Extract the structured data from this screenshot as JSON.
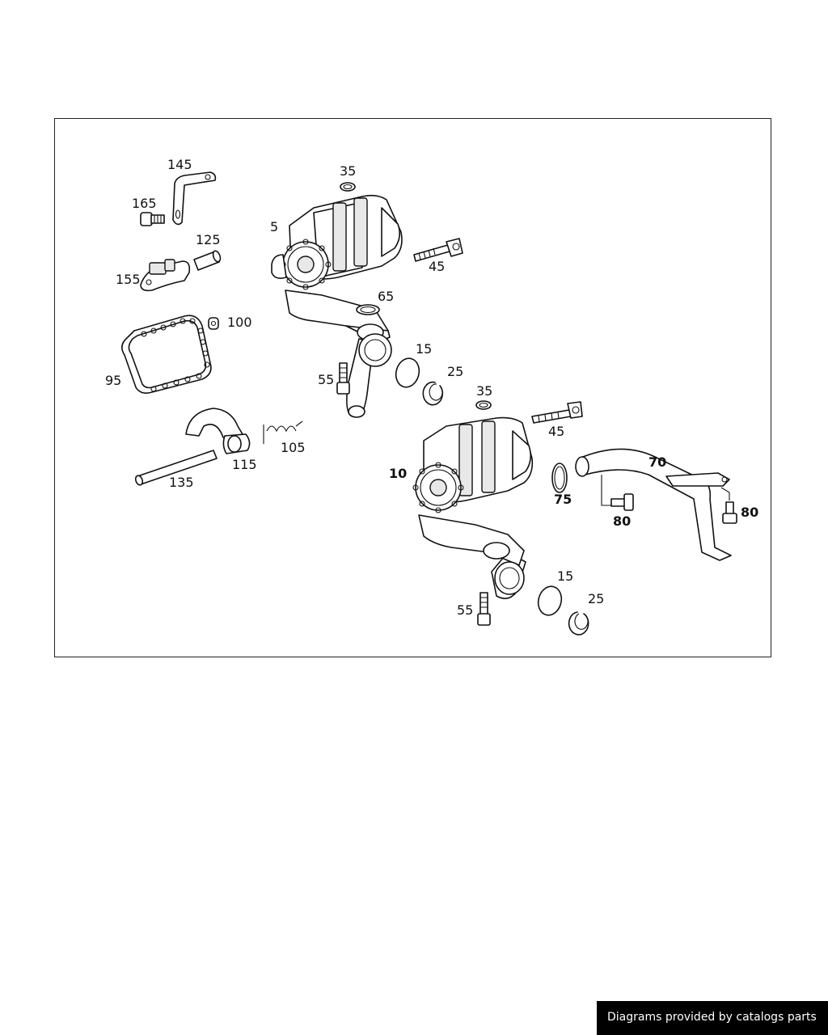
{
  "diagram": {
    "callouts": {
      "c145": "145",
      "c165": "165",
      "c125": "125",
      "c155": "155",
      "c100": "100",
      "c95": "95",
      "c5": "5",
      "c35a": "35",
      "c45a": "45",
      "c65": "65",
      "c15a": "15",
      "c25a": "25",
      "c55a": "55",
      "c35b": "35",
      "c45b": "45",
      "c105": "105",
      "c115": "115",
      "c135": "135",
      "c10": "10",
      "c70": "70",
      "c75": "75",
      "c80a": "80",
      "c80b": "80",
      "c15b": "15",
      "c25b": "25",
      "c55b": "55"
    }
  },
  "footer": {
    "text": "Diagrams provided by catalogs parts",
    "background": "#000000",
    "color": "#ffffff"
  }
}
